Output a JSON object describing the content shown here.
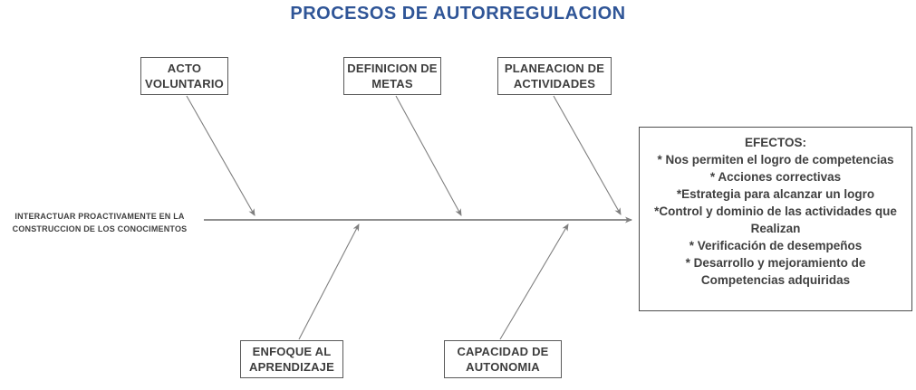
{
  "title": "PROCESOS DE AUTORREGULACION",
  "colors": {
    "title_text": "#2F5597",
    "connector_line": "#7f7f7f",
    "box_border": "#595959",
    "box_text": "#3d3d3d"
  },
  "problem_statement": {
    "lines": [
      "INTERACTUAR PROACTIVAMENTE EN LA",
      "CONSTRUCCION DE LOS CONOCIMENTOS"
    ]
  },
  "causes": [
    {
      "id": "acto-voluntario",
      "side": "top",
      "lines": [
        "ACTO",
        "VOLUNTARIO"
      ]
    },
    {
      "id": "definicion-de-metas",
      "side": "top",
      "lines": [
        "DEFINICION DE",
        "METAS"
      ]
    },
    {
      "id": "planeacion-de-actividades",
      "side": "top",
      "lines": [
        "PLANEACION DE",
        "ACTIVIDADES"
      ]
    },
    {
      "id": "enfoque-al-aprendizaje",
      "side": "bottom",
      "lines": [
        "ENFOQUE AL",
        "APRENDIZAJE"
      ]
    },
    {
      "id": "capacidad-de-autonomia",
      "side": "bottom",
      "lines": [
        "CAPACIDAD DE",
        "AUTONOMIA"
      ]
    }
  ],
  "effects": {
    "title": "EFECTOS:",
    "lines": [
      "* Nos permiten el logro de competencias",
      "* Acciones correctivas",
      "*Estrategia para alcanzar un logro",
      "*Control y dominio de las actividades que",
      "Realizan",
      "* Verificación de desempeños",
      "* Desarrollo y mejoramiento de",
      "Competencias adquiridas"
    ]
  }
}
